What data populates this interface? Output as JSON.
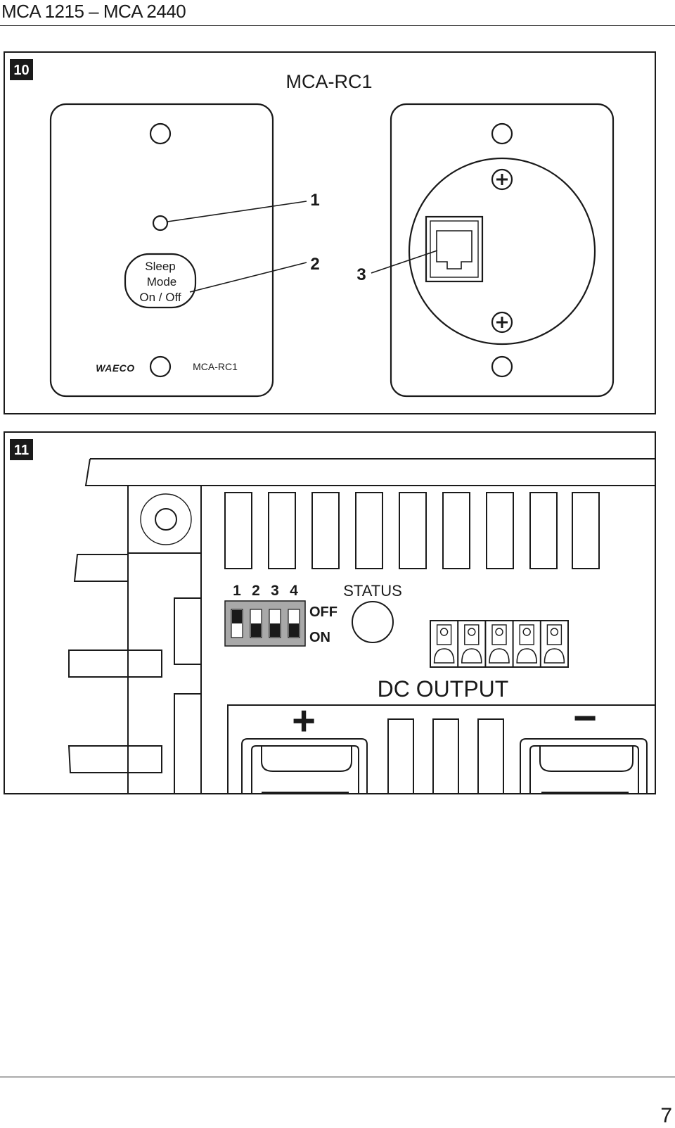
{
  "header": {
    "title": "MCA 1215 – MCA 2440"
  },
  "footer": {
    "page_number": "7"
  },
  "figure10": {
    "number": "10",
    "title": "MCA-RC1",
    "callouts": [
      "1",
      "2",
      "3"
    ],
    "button_label": [
      "Sleep",
      "Mode",
      "On / Off"
    ],
    "brand": "WAECO",
    "model_label": "MCA-RC1"
  },
  "figure11": {
    "number": "11",
    "dip_numbers": [
      "1",
      "2",
      "3",
      "4"
    ],
    "dip_off_label": "OFF",
    "dip_on_label": "ON",
    "dip_switches": [
      {
        "number": "1",
        "position": "OFF"
      },
      {
        "number": "2",
        "position": "ON"
      },
      {
        "number": "3",
        "position": "ON"
      },
      {
        "number": "4",
        "position": "ON"
      }
    ],
    "status_label": "STATUS",
    "output_label": "DC OUTPUT",
    "plus_symbol": "+",
    "minus_symbol": "−"
  },
  "colors": {
    "line": "#1a1a1a",
    "badge": "#1a1a1a",
    "dip_body": "#a9a9a9"
  }
}
